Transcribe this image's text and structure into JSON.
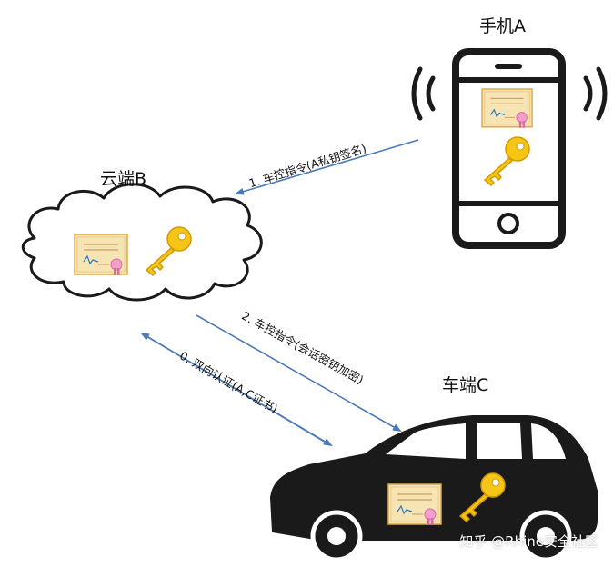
{
  "nodes": {
    "phone": {
      "title": "手机A"
    },
    "cloud": {
      "title": "云端B"
    },
    "car": {
      "title": "车端C"
    }
  },
  "edges": {
    "step1": "1. 车控指令(A私钥签名)",
    "step2": "2. 车控指令(会话密钥加密)",
    "step0": "0. 双向认证(A,C证书)"
  },
  "watermark": "知乎 @Rhine安全社区",
  "colors": {
    "arrow": "#4a7ab8",
    "key": "#f5c518",
    "certificate": "#f6e4b5",
    "seal": "#f2a0c8",
    "device": "#1a1a1a"
  }
}
